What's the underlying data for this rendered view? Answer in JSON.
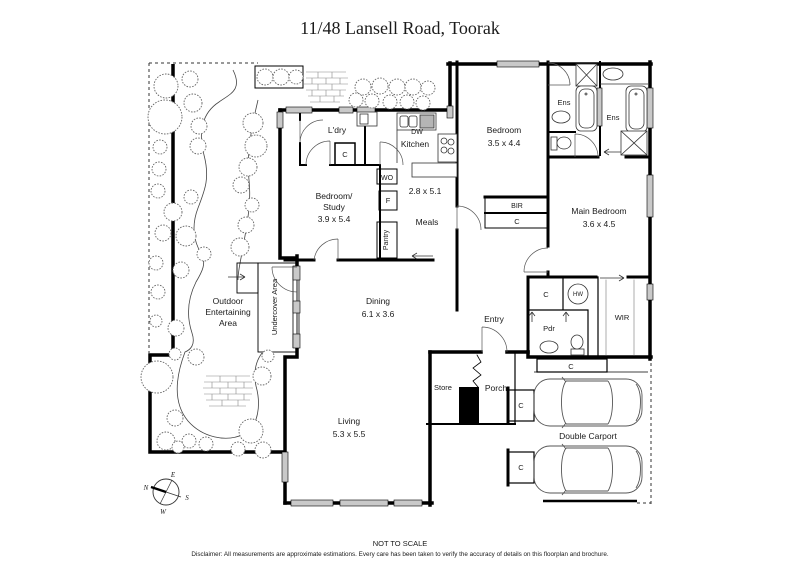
{
  "title": "11/48 Lansell Road, Toorak",
  "plan": {
    "rooms": {
      "laundry": "L'dry",
      "kitchen": "Kitchen",
      "kitchen_meals_dim": "2.8 x 5.1",
      "meals": "Meals",
      "pantry": "Pantry",
      "bedroom_study_line1": "Bedroom/",
      "bedroom_study_line2": "Study",
      "bedroom_study_dim": "3.9 x 5.4",
      "bedroom": "Bedroom",
      "bedroom_dim": "3.5 x 4.4",
      "ensuite1": "Ens",
      "ensuite2": "Ens",
      "main_bedroom": "Main Bedroom",
      "main_bedroom_dim": "3.6 x 4.5",
      "dining": "Dining",
      "dining_dim": "6.1 x 3.6",
      "entry": "Entry",
      "powder": "Pdr",
      "wir": "WIR",
      "living": "Living",
      "living_dim": "5.3 x 5.5",
      "store": "Store",
      "porch": "Porch",
      "carport": "Double Carport",
      "outdoor_line1": "Outdoor",
      "outdoor_line2": "Entertaining",
      "outdoor_line3": "Area",
      "undercover": "Undercover Area"
    },
    "fixtures": {
      "dishwasher": "DW",
      "wall_oven": "WO",
      "fridge": "F",
      "hot_water": "HW",
      "built_in_robe": "BIR"
    },
    "cupboard": "C",
    "compass": {
      "north": "N",
      "east": "E",
      "south": "S",
      "west": "W"
    }
  },
  "footer": {
    "scale_note": "NOT TO SCALE",
    "disclaimer": "Disclaimer: All measurements are approximate estimations. Every care has been taken to verify the accuracy of details on this floorplan and brochure."
  }
}
